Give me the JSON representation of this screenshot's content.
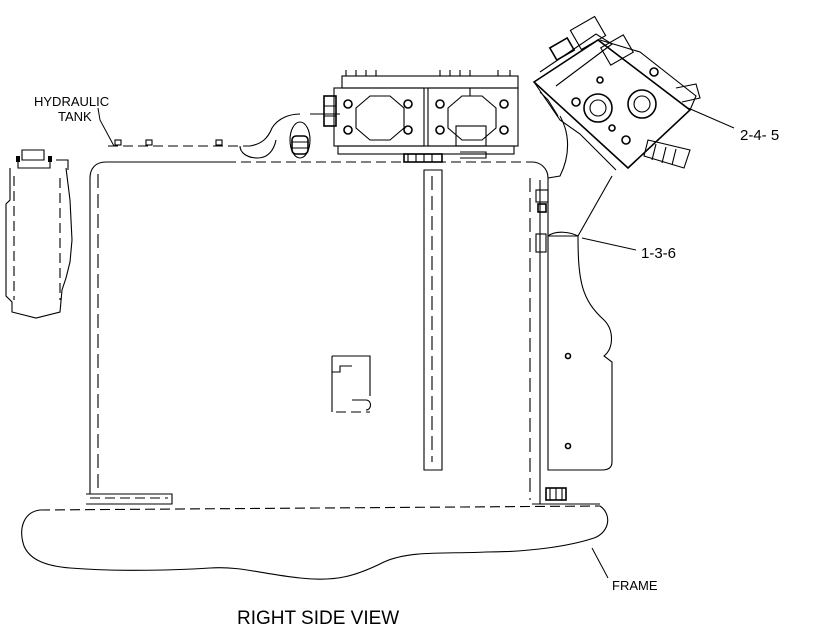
{
  "diagram": {
    "title": "RIGHT SIDE VIEW",
    "labels": {
      "hydraulic_tank_line1": "HYDRAULIC",
      "hydraulic_tank_line2": "TANK",
      "callout_top": "2-4- 5",
      "callout_mid": "1-3-6",
      "frame": "FRAME"
    }
  }
}
